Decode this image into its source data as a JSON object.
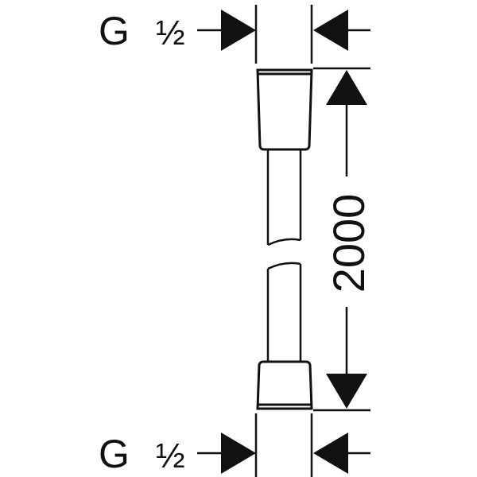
{
  "thread_top": {
    "letter": "G",
    "size": "½"
  },
  "thread_bottom": {
    "letter": "G",
    "size": "½"
  },
  "length_dimension": "2000",
  "colors": {
    "ink": "#111111",
    "background": "#ffffff"
  }
}
